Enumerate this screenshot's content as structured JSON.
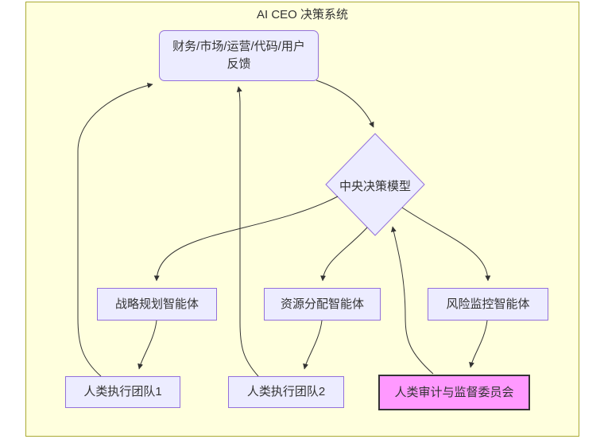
{
  "diagram": {
    "title": "AI CEO 决策系统",
    "nodes": {
      "feedback": {
        "label_line1": "财务/市场/运营/代码/用户",
        "label_line2": "反馈",
        "shape": "rounded-rect"
      },
      "decision": {
        "label": "中央决策模型",
        "shape": "diamond"
      },
      "strategy": {
        "label": "战略规划智能体",
        "shape": "rect"
      },
      "resource": {
        "label": "资源分配智能体",
        "shape": "rect"
      },
      "risk": {
        "label": "风险监控智能体",
        "shape": "rect"
      },
      "team1": {
        "label": "人类执行团队1",
        "shape": "rect"
      },
      "team2": {
        "label": "人类执行团队2",
        "shape": "rect"
      },
      "committee": {
        "label": "人类审计与监督委员会",
        "shape": "rect-highlight"
      }
    },
    "edges": [
      {
        "from": "财务/市场/运营/代码/用户反馈",
        "to": "中央决策模型"
      },
      {
        "from": "中央决策模型",
        "to": "战略规划智能体"
      },
      {
        "from": "中央决策模型",
        "to": "资源分配智能体"
      },
      {
        "from": "中央决策模型",
        "to": "风险监控智能体"
      },
      {
        "from": "战略规划智能体",
        "to": "人类执行团队1"
      },
      {
        "from": "资源分配智能体",
        "to": "人类执行团队2"
      },
      {
        "from": "风险监控智能体",
        "to": "人类审计与监督委员会"
      },
      {
        "from": "人类执行团队1",
        "to": "财务/市场/运营/代码/用户反馈"
      },
      {
        "from": "人类执行团队2",
        "to": "财务/市场/运营/代码/用户反馈"
      },
      {
        "from": "人类审计与监督委员会",
        "to": "中央决策模型"
      }
    ],
    "colors": {
      "canvas_bg": "#ffffde",
      "canvas_border": "#aaaa33",
      "node_fill": "#ECECFF",
      "node_border": "#9370DB",
      "highlight_fill": "#ff99ff",
      "highlight_border": "#333333",
      "edge": "#333333",
      "text": "#333333"
    }
  }
}
